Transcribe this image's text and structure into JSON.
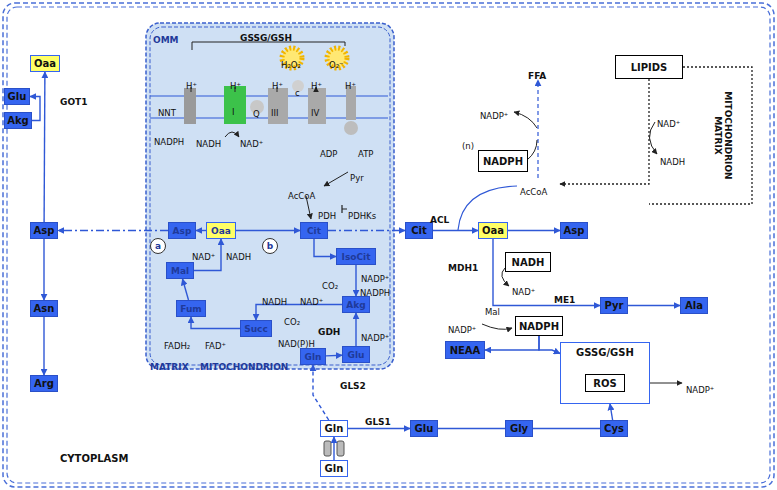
{
  "diagram": {
    "nodes": [
      {
        "text": [
          "CYTOPLASM"
        ]
      },
      {
        "text": [
          "OMM",
          "MATRIX",
          "MITOCHONDRION"
        ],
        "in": 0
      },
      {
        "text": [
          "Asp"
        ],
        "in": 1
      },
      {
        "text": [
          "Oaa"
        ],
        "in": 1
      },
      {
        "text": [
          "Cit"
        ],
        "in": 1
      },
      {
        "text": [
          "IsoCit"
        ],
        "in": 1
      },
      {
        "text": [
          "Akg"
        ],
        "in": 1
      },
      {
        "text": [
          "Glu"
        ],
        "in": 1
      },
      {
        "text": [
          "Gln"
        ],
        "in": 1
      },
      {
        "text": [
          "Succ"
        ],
        "in": 1
      },
      {
        "text": [
          "Fum"
        ],
        "in": 1
      },
      {
        "text": [
          "Mal"
        ],
        "in": 1
      },
      {
        "text": [
          "Oaa"
        ],
        "in": 0
      },
      {
        "text": [
          "Glu"
        ],
        "in": 0
      },
      {
        "text": [
          "Akg"
        ],
        "in": 0
      },
      {
        "text": [
          "Asp"
        ],
        "in": 0
      },
      {
        "text": [
          "Asn"
        ],
        "in": 0
      },
      {
        "text": [
          "Arg"
        ],
        "in": 0
      },
      {
        "text": [
          "LIPIDS"
        ],
        "in": 0
      },
      {
        "text": [
          "NADPH"
        ],
        "in": 0
      },
      {
        "text": [
          "Cit"
        ],
        "in": 0
      },
      {
        "text": [
          "Oaa"
        ],
        "in": 0
      },
      {
        "text": [
          "Asp"
        ],
        "in": 0
      },
      {
        "text": [
          "NADH"
        ],
        "in": 0
      },
      {
        "text": [
          "Pyr"
        ],
        "in": 0
      },
      {
        "text": [
          "Ala"
        ],
        "in": 0
      },
      {
        "text": [
          "NADPH"
        ],
        "in": 0
      },
      {
        "text": [
          "NEAA"
        ],
        "in": 0
      },
      {
        "text": [
          "GSSG/GSH"
        ],
        "in": 0
      },
      {
        "text": [
          "ROS"
        ],
        "in": 28
      },
      {
        "text": [
          "Gln"
        ],
        "in": 0
      },
      {
        "text": [
          "Gln"
        ],
        "in": 0
      },
      {
        "text": [
          "Glu"
        ],
        "in": 0
      },
      {
        "text": [
          "Gly"
        ],
        "in": 0
      },
      {
        "text": [
          "Cys"
        ],
        "in": 0
      },
      {
        "text": [
          "a"
        ],
        "in": 1
      },
      {
        "text": [
          "b"
        ],
        "in": 1
      }
    ],
    "edges": [
      {
        "from": 15,
        "to": 12,
        "arrow": "to"
      },
      {
        "from": 14,
        "to": 13,
        "arrow": "to"
      },
      {
        "from": 15,
        "to": 16,
        "arrow": "to"
      },
      {
        "from": 16,
        "to": 17,
        "arrow": "to"
      },
      {
        "from": 2,
        "to": 15,
        "arrow": "to"
      },
      {
        "from": 3,
        "to": 2,
        "arrow": "to"
      },
      {
        "from": 11,
        "to": 3,
        "arrow": "to"
      },
      {
        "from": 3,
        "to": 4,
        "arrow": "to"
      },
      {
        "from": 4,
        "to": 5,
        "arrow": "to"
      },
      {
        "from": 5,
        "to": 6,
        "arrow": "to"
      },
      {
        "from": 6,
        "to": 9,
        "arrow": "to"
      },
      {
        "from": 9,
        "to": 10,
        "arrow": "to"
      },
      {
        "from": 10,
        "to": 11,
        "arrow": "to"
      },
      {
        "from": 7,
        "to": 6,
        "arrow": "to"
      },
      {
        "from": 8,
        "to": 7,
        "arrow": "to"
      },
      {
        "from": 4,
        "to": 20,
        "arrow": "to"
      },
      {
        "from": 20,
        "to": 21,
        "arrow": "to"
      },
      {
        "from": 21,
        "to": 22,
        "arrow": "to"
      },
      {
        "from": 21,
        "to": 24,
        "arrow": "to"
      },
      {
        "from": 24,
        "to": 25,
        "arrow": "to"
      },
      {
        "from": 26,
        "to": 27,
        "arrow": "to"
      },
      {
        "from": 26,
        "to": 28,
        "arrow": "to"
      },
      {
        "from": 31,
        "to": 30,
        "arrow": "to"
      },
      {
        "from": 30,
        "to": 32,
        "arrow": "to"
      },
      {
        "from": 32,
        "to": 33,
        "arrow": "none"
      },
      {
        "from": 33,
        "to": 34,
        "arrow": "none"
      },
      {
        "from": 34,
        "to": 28,
        "arrow": "to"
      },
      {
        "from": 30,
        "to": 8,
        "arrow": "to"
      }
    ],
    "labels": [
      "GOT1",
      "GSSG/GSH",
      "H₂O₂",
      "O₂⁻",
      "H⁺",
      "H⁺",
      "H⁺",
      "H⁺",
      "H⁺",
      "NNT",
      "I",
      "Q",
      "III",
      "c",
      "IV",
      "NADPH",
      "NADH",
      "NAD⁺",
      "ADP",
      "ATP",
      "Pyr",
      "AcCoA",
      "PDH",
      "PDHKs",
      "NAD⁺",
      "NADH",
      "CO₂",
      "NADP⁺",
      "NADPH",
      "NADH",
      "NAD⁺",
      "CO₂",
      "FADH₂",
      "FAD⁺",
      "GDH",
      "NAD(P)H",
      "NADP⁺",
      "GLS2",
      "ACL",
      "AcCoA",
      "FFA",
      "NADP⁺",
      "(n)",
      "NAD⁺",
      "NADH",
      "MITOCHONDRION MATRIX",
      "MDH1",
      "NAD⁺",
      "Mal",
      "NADP⁺",
      "ME1",
      "NADP⁺",
      "GLS1"
    ]
  }
}
